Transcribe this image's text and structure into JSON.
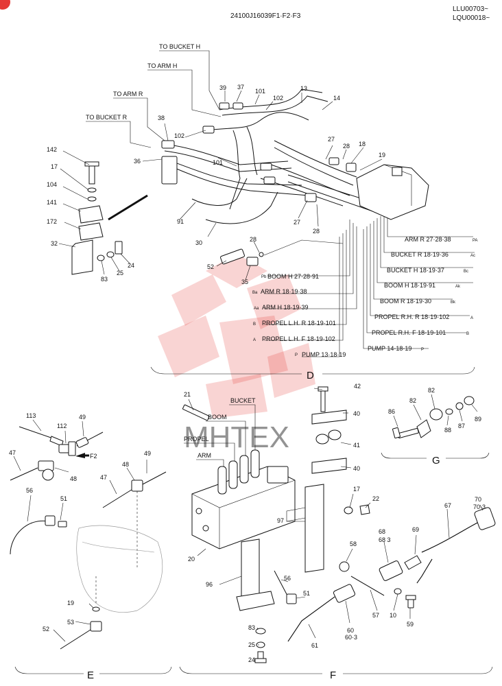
{
  "header": {
    "drawing_no": "24100J16039F1·F2·F3",
    "serial_1": "LLU00703~",
    "serial_2": "LQU00018~"
  },
  "watermark": {
    "text": "MHTEX",
    "color": "#e53935"
  },
  "sections": {
    "D": "D",
    "E": "E",
    "F": "F",
    "G": "G"
  },
  "d_callouts": {
    "to_bucket_h": "TO BUCKET   H",
    "to_arm_h": "TO ARM   H",
    "to_arm_r": "TO ARM  R",
    "to_bucket_r": "TO BUCKET   R",
    "arm_r_27": "ARM R  27·28·38",
    "arm_r_27_code": "PA",
    "bucket_r": "BUCKET R  18·19·36",
    "bucket_r_code": "Ac",
    "bucket_h": "BUCKET H  18·19·37",
    "bucket_h_code": "Bc",
    "boom_h_91": "BOOM H  18·19·91",
    "boom_h_91_code": "Ak",
    "boom_r": "BOOM R  18·19·30",
    "boom_r_code": "Bk",
    "propel_rh_r": "PROPEL R.H.  R 18·19·102",
    "propel_rh_r_code": "A",
    "propel_rh_f": "PROPEL R.H.  F 18·19·101",
    "propel_rh_f_code": "B",
    "pump_14": "PUMP 14·18·19",
    "pump_14_code": "P",
    "boom_h_27": "BOOM H   27·28·91",
    "boom_h_27_code": "Pb",
    "arm_r_18": "ARM R   18·19·38",
    "arm_r_18_code": "Ba",
    "arm_h_18": "ARM H   18·19·39",
    "arm_h_18_code": "Aa",
    "propel_lh_r": "PROPEL L.H.  R  18·19·101",
    "propel_lh_r_code": "B",
    "propel_lh_f": "PROPEL L.H.  F  18·19·102",
    "propel_lh_f_code": "A",
    "pump_13": "PUMP 13·18·19",
    "pump_13_code": "P"
  },
  "parts": {
    "p39": "39",
    "p37": "37",
    "p101a": "101",
    "p13": "13",
    "p14": "14",
    "p102a": "102",
    "p38": "38",
    "p102b": "102",
    "p36": "36",
    "p101b": "101",
    "p27a": "27",
    "p28a": "28",
    "p18": "18",
    "p19": "19",
    "p27b": "27",
    "p28b": "28",
    "p91": "91",
    "p30": "30",
    "p142": "142",
    "p17a": "17",
    "p104": "104",
    "p141": "141",
    "p172": "172",
    "p32": "32",
    "p83a": "83",
    "p25a": "25",
    "p24a": "24",
    "p28c": "28",
    "p52a": "52",
    "p35": "35",
    "p113": "113",
    "p112": "112",
    "p49a": "49",
    "p47a": "47",
    "p48a": "48",
    "p49b": "49",
    "p48b": "48",
    "p47b": "47",
    "p56a": "56",
    "p51a": "51",
    "p19e": "19",
    "p53": "53",
    "p52e": "52",
    "p21": "21",
    "p42": "42",
    "p40a": "40",
    "p41": "41",
    "p40b": "40",
    "p17f": "17",
    "p22": "22",
    "p97": "97",
    "p20": "20",
    "p96": "96",
    "p56f": "56",
    "p51f": "51",
    "p83f": "83",
    "p25f": "25",
    "p24f": "24",
    "p58": "58",
    "p57": "57",
    "p61": "61",
    "p60": "60",
    "p60_3": "60·3",
    "p68": "68",
    "p68_3": "68   3",
    "p69": "69",
    "p67": "67",
    "p70": "70",
    "p70_3": "70·3",
    "p10": "10",
    "p59": "59",
    "p86": "86",
    "p82a": "82",
    "p82b": "82",
    "p88": "88",
    "p87": "87",
    "p89": "89"
  },
  "valve_labels": {
    "bucket": "BUCKET",
    "boom": "BOOM",
    "propel": "PROPEL",
    "arm": "ARM"
  },
  "arrow_ref": "F2"
}
